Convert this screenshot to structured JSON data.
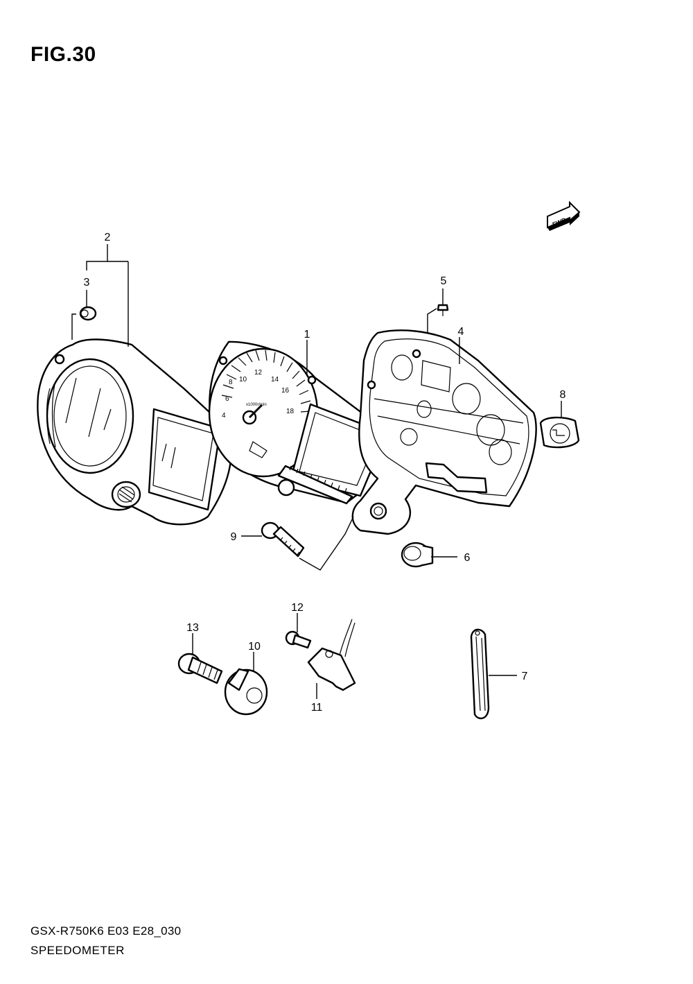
{
  "figure": {
    "title": "FIG.30",
    "model_code": "GSX-R750K6 E03 E28_030",
    "section": "SPEEDOMETER"
  },
  "direction_badge": {
    "label": "FWD",
    "icon": "forward-arrow-icon"
  },
  "callouts": [
    "1",
    "2",
    "3",
    "4",
    "5",
    "6",
    "7",
    "8",
    "9",
    "10",
    "11",
    "12",
    "13"
  ],
  "gauge_face": {
    "scale_labels": [
      "4",
      "6",
      "8",
      "10",
      "12",
      "14",
      "16",
      "18"
    ],
    "unit_label": "x1000r/min"
  }
}
